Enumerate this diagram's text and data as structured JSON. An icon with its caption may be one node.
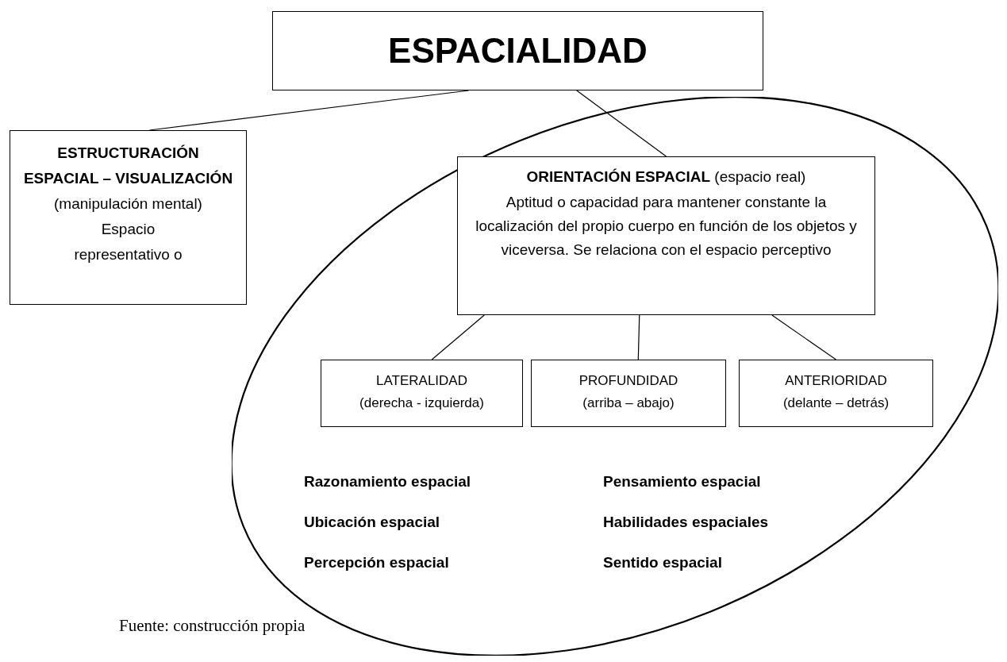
{
  "diagram": {
    "caption": "Fuente: construcción propia",
    "nodes": [
      {
        "text": [
          "ESPACIALIDAD"
        ]
      },
      {
        "text": [
          "ESTRUCTURACIÓN ESPACIAL – VISUALIZACIÓN",
          "(manipulación mental)",
          "Espacio representativo o"
        ]
      },
      {
        "text": [
          "Razonamiento espacial",
          "Pensamiento espacial",
          "Ubicación espacial",
          "Habilidades espaciales",
          "Percepción espacial",
          "Sentido espacial"
        ]
      },
      {
        "text": [
          "**ORIENTACIÓN ESPACIAL** (espacio real)",
          "Aptitud o capacidad para mantener constante la localización del propio cuerpo en función de los objetos y viceversa. Se relaciona con el espacio perceptivo"
        ],
        "in": 2
      },
      {
        "text": [
          "LATERALIDAD",
          "(derecha - izquierda)"
        ],
        "in": 2
      },
      {
        "text": [
          "PROFUNDIDAD",
          "(arriba – abajo)"
        ],
        "in": 2
      },
      {
        "text": [
          "ANTERIORIDAD",
          "(delante – detrás)"
        ],
        "in": 2
      }
    ],
    "edges": [
      {
        "from": 0,
        "to": 1,
        "arrow": "none"
      },
      {
        "from": 0,
        "to": 3,
        "arrow": "none"
      },
      {
        "from": 3,
        "to": 4,
        "arrow": "none"
      },
      {
        "from": 3,
        "to": 5,
        "arrow": "none"
      },
      {
        "from": 3,
        "to": 6,
        "arrow": "none"
      }
    ]
  }
}
